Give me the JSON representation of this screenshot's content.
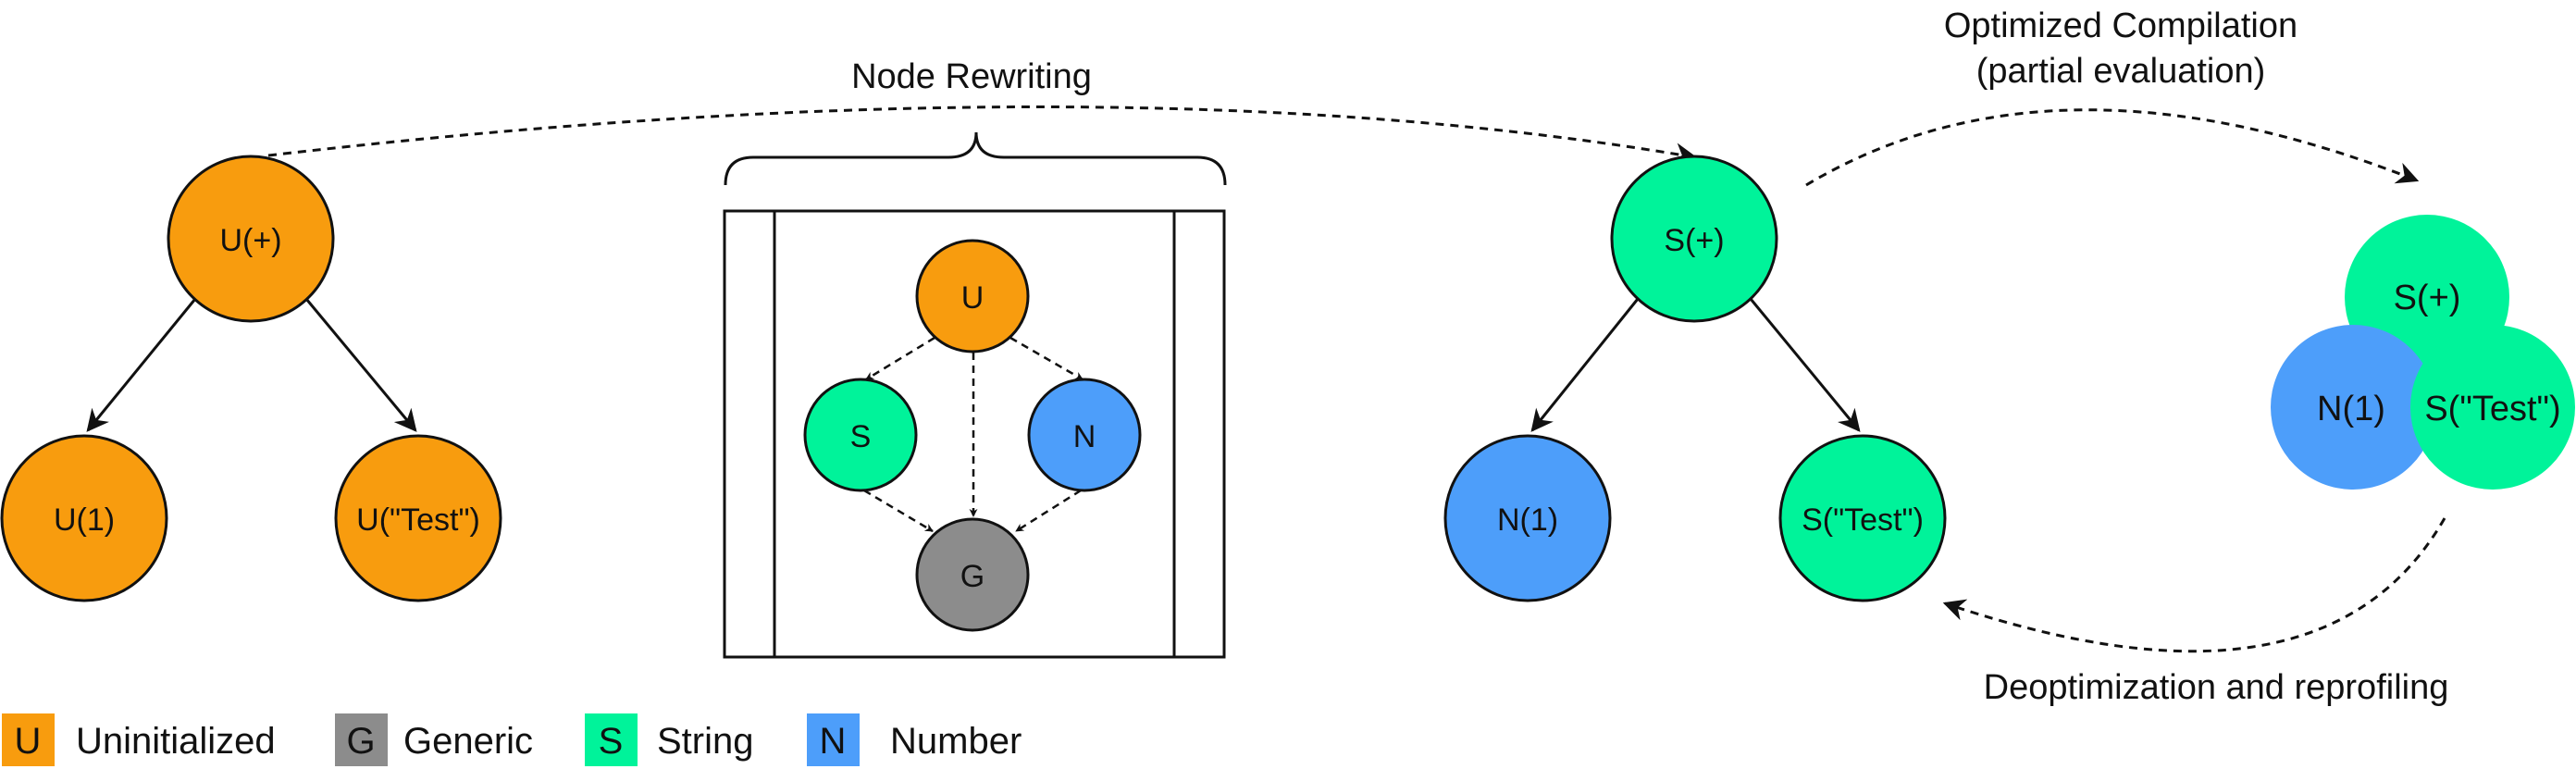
{
  "colors": {
    "uninitialized": "#F89C0E",
    "generic": "#8C8C8C",
    "string": "#00F39A",
    "number": "#4D9EFA",
    "stroke": "#111111"
  },
  "left_tree": {
    "root": "U(+)",
    "left_child": "U(1)",
    "right_child": "U(\"Test\")"
  },
  "rewriting": {
    "title": "Node Rewriting",
    "top": "U",
    "left": "S",
    "right": "N",
    "bottom": "G"
  },
  "right_tree": {
    "root": "S(+)",
    "left_child": "N(1)",
    "right_child": "S(\"Test\")"
  },
  "compiled": {
    "top": "S(+)",
    "left": "N(1)",
    "right": "S(\"Test\")"
  },
  "captions": {
    "optimized_line1": "Optimized Compilation",
    "optimized_line2": "(partial evaluation)",
    "deopt": "Deoptimization and reprofiling"
  },
  "legend": [
    {
      "letter": "U",
      "label": "Uninitialized",
      "color": "#F89C0E"
    },
    {
      "letter": "G",
      "label": "Generic",
      "color": "#8C8C8C"
    },
    {
      "letter": "S",
      "label": "String",
      "color": "#00F39A"
    },
    {
      "letter": "N",
      "label": "Number",
      "color": "#4D9EFA"
    }
  ]
}
